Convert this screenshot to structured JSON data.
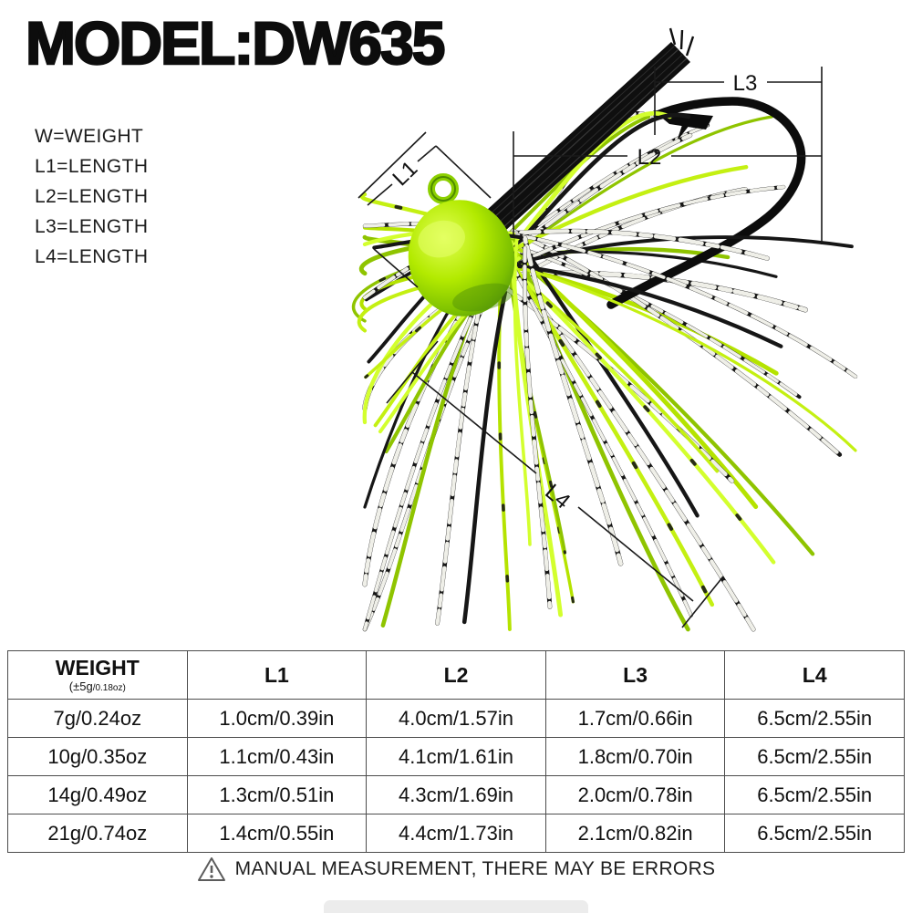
{
  "title": "MODEL:DW635",
  "legend": {
    "items": [
      "W=WEIGHT",
      "L1=LENGTH",
      "L2=LENGTH",
      "L3=LENGTH",
      "L4=LENGTH"
    ]
  },
  "diagram": {
    "labels": {
      "l1": "L1",
      "l2": "L2",
      "l3": "L3",
      "l4": "L4"
    }
  },
  "table": {
    "header": {
      "weight_label": "WEIGHT",
      "weight_tolerance_main": "(±5g",
      "weight_tolerance_small": "/0.18oz)",
      "columns": [
        "L1",
        "L2",
        "L3",
        "L4"
      ]
    },
    "rows": [
      {
        "weight": "7g/0.24oz",
        "l1": "1.0cm/0.39in",
        "l2": "4.0cm/1.57in",
        "l3": "1.7cm/0.66in",
        "l4": "6.5cm/2.55in"
      },
      {
        "weight": "10g/0.35oz",
        "l1": "1.1cm/0.43in",
        "l2": "4.1cm/1.61in",
        "l3": "1.8cm/0.70in",
        "l4": "6.5cm/2.55in"
      },
      {
        "weight": "14g/0.49oz",
        "l1": "1.3cm/0.51in",
        "l2": "4.3cm/1.69in",
        "l3": "2.0cm/0.78in",
        "l4": "6.5cm/2.55in"
      },
      {
        "weight": "21g/0.74oz",
        "l1": "1.4cm/0.55in",
        "l2": "4.4cm/1.73in",
        "l3": "2.1cm/0.82in",
        "l4": "6.5cm/2.55in"
      }
    ]
  },
  "footer": {
    "note": "MANUAL MEASUREMENT, THERE MAY BE ERRORS",
    "warning_icon": "warning-triangle"
  },
  "colors": {
    "chartreuse": "#b5e300",
    "chartreuse_light": "#d3ff2e",
    "chartreuse_dark": "#8fc400",
    "skirt_white": "#efefe8",
    "skirt_black": "#161616",
    "hook_black": "#0c0c0c",
    "dimension_line": "#1a1a1a",
    "table_border": "#4c4c4c"
  }
}
